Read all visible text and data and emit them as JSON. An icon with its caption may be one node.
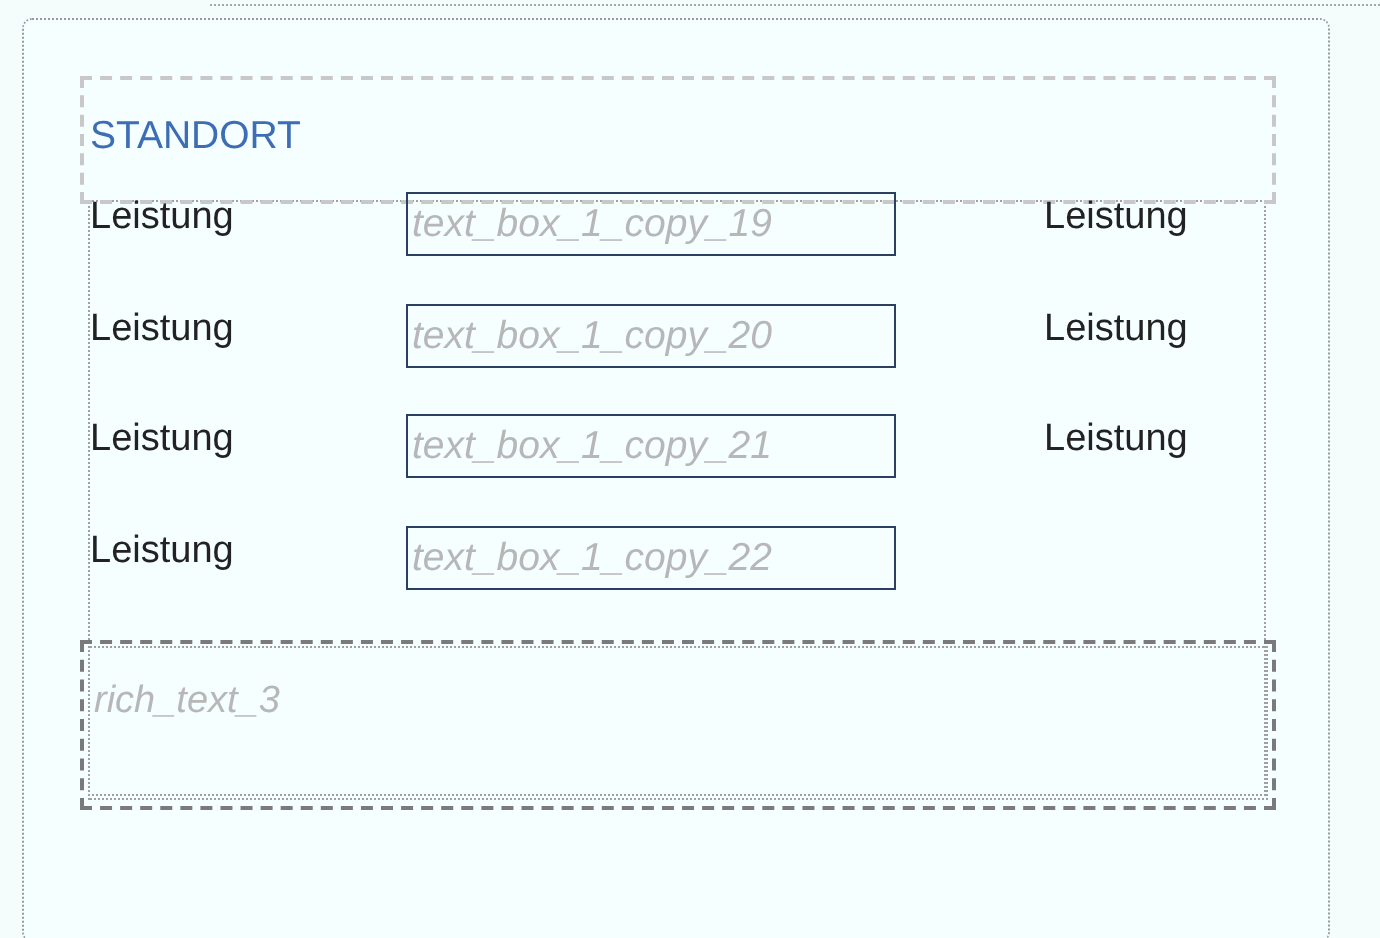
{
  "diagram": {
    "nodes": [
      {
        "text": [],
        "shape": "box"
      },
      {
        "text": [
          "STANDORT"
        ],
        "in": 0
      },
      {
        "text": [
          "text_box_1_copy_19"
        ],
        "in": 0
      },
      {
        "text": [
          "text_box_1_copy_20"
        ],
        "in": 0
      },
      {
        "text": [
          "text_box_1_copy_21"
        ],
        "in": 0
      },
      {
        "text": [
          "text_box_1_copy_22"
        ],
        "in": 0
      },
      {
        "text": [
          "rich_text_3"
        ],
        "in": 0
      }
    ],
    "labels": [
      "Leistung",
      "Leistung",
      "Leistung",
      "Leistung",
      "Leistung",
      "Leistung",
      "Leistung"
    ]
  }
}
